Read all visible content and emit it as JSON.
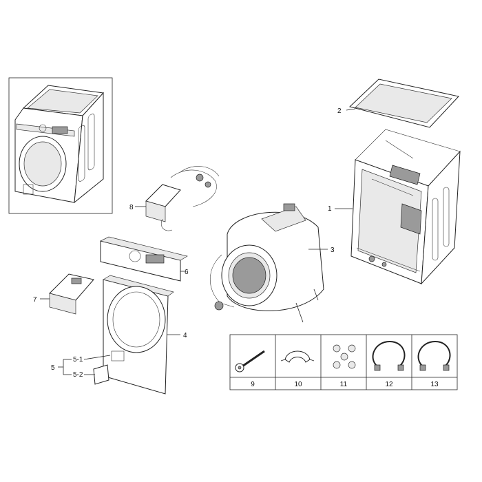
{
  "labels": {
    "p1": "1",
    "p2": "2",
    "p3": "3",
    "p4": "4",
    "p5": "5",
    "p5_1": "5-1",
    "p5_2": "5-2",
    "p6": "6",
    "p7": "7",
    "p8": "8"
  },
  "accessory_table": {
    "items": [
      "9",
      "10",
      "11",
      "12",
      "13"
    ]
  }
}
